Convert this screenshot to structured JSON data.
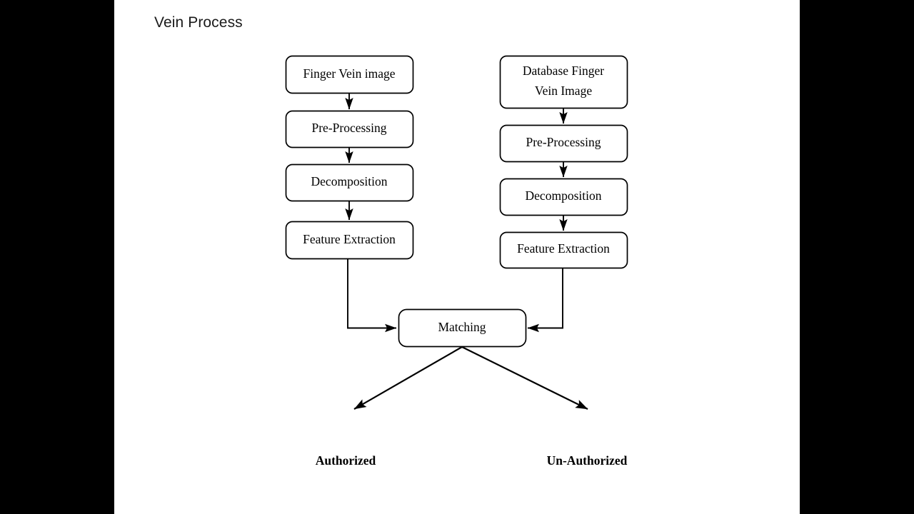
{
  "slide": {
    "title": "Vein Process",
    "background_color": "#ffffff",
    "letterbox_color": "#000000"
  },
  "diagram": {
    "type": "flowchart",
    "left_branch": {
      "name": "probe-pipeline",
      "nodes": [
        {
          "id": "finger-vein-image",
          "label": "Finger Vein image"
        },
        {
          "id": "pre-processing-left",
          "label": "Pre-Processing"
        },
        {
          "id": "decomposition-left",
          "label": "Decomposition"
        },
        {
          "id": "feature-extraction-left",
          "label": "Feature Extraction"
        }
      ]
    },
    "right_branch": {
      "name": "database-pipeline",
      "nodes": [
        {
          "id": "database-finger-vein-image",
          "label": "Database Finger",
          "label_line2": "Vein Image"
        },
        {
          "id": "pre-processing-right",
          "label": "Pre-Processing"
        },
        {
          "id": "decomposition-right",
          "label": "Decomposition"
        },
        {
          "id": "feature-extraction-right",
          "label": "Feature Extraction"
        }
      ]
    },
    "matching": {
      "id": "matching",
      "label": "Matching"
    },
    "outcomes": [
      {
        "id": "authorized",
        "label": "Authorized"
      },
      {
        "id": "un-authorized",
        "label": "Un-Authorized"
      }
    ]
  }
}
